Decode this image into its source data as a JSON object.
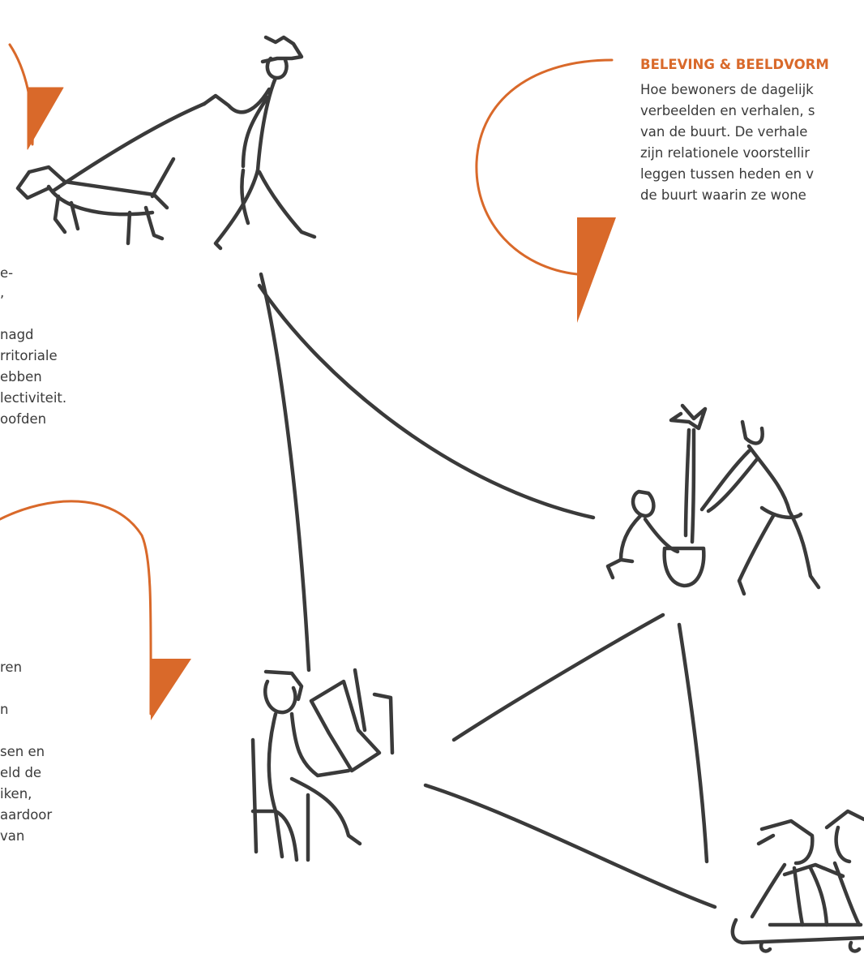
{
  "right_block": {
    "heading": "BELEVING & BEELDVORM",
    "lines": [
      "Hoe bewoners de dagelijk",
      "verbeelden en verhalen, s",
      "van de buurt. De verhale",
      "zijn relationele voorstellir",
      "leggen tussen heden en v",
      "de buurt waarin ze wone"
    ]
  },
  "left_upper_fragments": [
    "e-",
    ",",
    "",
    "nagd",
    "rritoriale",
    "ebben",
    "lectiviteit.",
    "oofden"
  ],
  "left_lower_fragments": [
    "ren",
    "",
    "n",
    "",
    "sen en",
    "eld de",
    "iken,",
    "aardoor",
    " van"
  ],
  "colors": {
    "accent": "#d9692a",
    "ink": "#3a3a3a"
  },
  "icons": [
    "person-walking-dog-icon",
    "people-planting-tree-icon",
    "person-reading-newspaper-icon",
    "people-on-skateboard-icon"
  ]
}
